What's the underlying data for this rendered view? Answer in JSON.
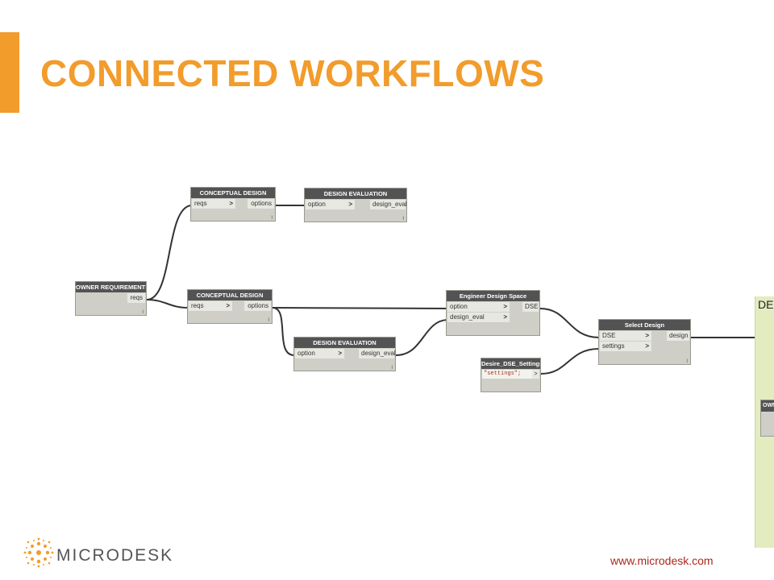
{
  "slide": {
    "title": "CONNECTED WORKFLOWS",
    "accent_color": "#F29C2B",
    "footer_url": "www.microdesk.com",
    "brand": "MICRODESK",
    "logo_icon": "microdesk-sunburst-icon"
  },
  "graph": {
    "owner_requirements": {
      "title": "OWNER REQUIREMENTS",
      "out": "reqs",
      "footer": "I"
    },
    "conceptual_design_top": {
      "title": "CONCEPTUAL DESIGN",
      "in": "reqs",
      "out": "options",
      "footer": "I"
    },
    "design_evaluation_top": {
      "title": "DESIGN EVALUATION",
      "in": "option",
      "out": "design_eval",
      "footer": "I"
    },
    "conceptual_design": {
      "title": "CONCEPTUAL DESIGN",
      "in": "reqs",
      "out": "options",
      "footer": "I"
    },
    "design_evaluation": {
      "title": "DESIGN EVALUATION",
      "in": "option",
      "out": "design_eval",
      "footer": "I"
    },
    "engineer_design_space": {
      "title": "Engineer Design Space",
      "in1": "option",
      "in2": "design_eval",
      "out": "DSE"
    },
    "desire_dse_settings": {
      "title": "Desire_DSE_Settings",
      "code": "\"settings\";",
      "out": ">"
    },
    "select_design": {
      "title": "Select Design",
      "in1": "DSE",
      "in2": "settings",
      "out": "design",
      "footer": "I"
    },
    "port_arrow": ">",
    "side_panel": {
      "label": "DE",
      "node_title": "OWN",
      "color": "#e3ecbf"
    }
  }
}
